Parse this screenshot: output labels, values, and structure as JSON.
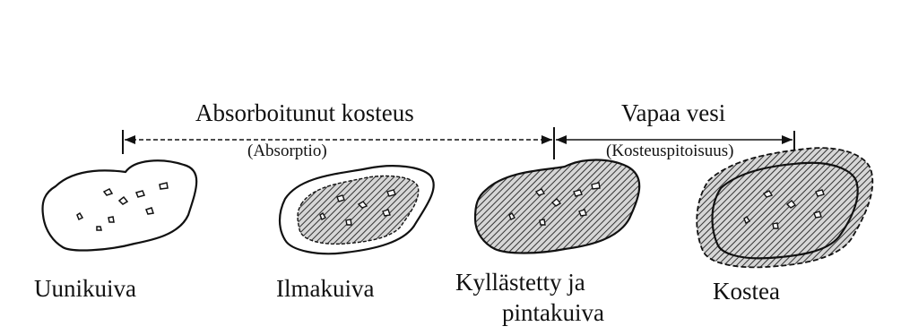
{
  "headers": {
    "absorbed": "Absorboitunut kosteus",
    "free_water": "Vapaa vesi"
  },
  "subheaders": {
    "absorbed": "(Absorptio)",
    "free_water": "(Kosteuspitoisuus)"
  },
  "states": [
    {
      "id": "oven-dry",
      "label": "Uunikuiva",
      "label_line2": ""
    },
    {
      "id": "air-dry",
      "label": "Ilmakuiva",
      "label_line2": ""
    },
    {
      "id": "saturated-surface-dry",
      "label": "Kyllästetty ja",
      "label_line2": "pintakuiva"
    },
    {
      "id": "moist",
      "label": "Kostea",
      "label_line2": ""
    }
  ],
  "colors": {
    "ink": "#111111",
    "hatch": "#555555",
    "background": "#ffffff"
  }
}
